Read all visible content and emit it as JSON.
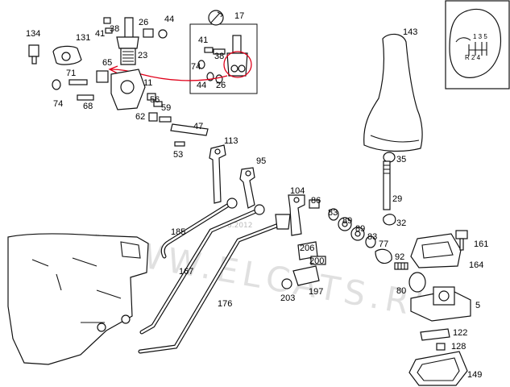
{
  "watermark": "WWW.ELCATS.RU",
  "watermark_small": "8.2012",
  "shift_pattern": {
    "row1": "1 3 5",
    "row2": "R 2 4"
  },
  "callouts": [
    {
      "id": "134",
      "text": "134"
    },
    {
      "id": "131",
      "text": "131"
    },
    {
      "id": "41a",
      "text": "41"
    },
    {
      "id": "38a",
      "text": "38"
    },
    {
      "id": "26a",
      "text": "26"
    },
    {
      "id": "44a",
      "text": "44"
    },
    {
      "id": "17",
      "text": "17"
    },
    {
      "id": "143",
      "text": "143"
    },
    {
      "id": "23",
      "text": "23"
    },
    {
      "id": "65",
      "text": "65"
    },
    {
      "id": "71",
      "text": "71"
    },
    {
      "id": "11",
      "text": "11"
    },
    {
      "id": "41b",
      "text": "41"
    },
    {
      "id": "74b",
      "text": "74"
    },
    {
      "id": "38b",
      "text": "38"
    },
    {
      "id": "44b",
      "text": "44"
    },
    {
      "id": "26b",
      "text": "26"
    },
    {
      "id": "74a",
      "text": "74"
    },
    {
      "id": "68",
      "text": "68"
    },
    {
      "id": "56",
      "text": "56"
    },
    {
      "id": "59",
      "text": "59"
    },
    {
      "id": "62",
      "text": "62"
    },
    {
      "id": "47",
      "text": "47"
    },
    {
      "id": "53",
      "text": "53"
    },
    {
      "id": "113",
      "text": "113"
    },
    {
      "id": "95",
      "text": "95"
    },
    {
      "id": "35",
      "text": "35"
    },
    {
      "id": "104",
      "text": "104"
    },
    {
      "id": "86",
      "text": "86"
    },
    {
      "id": "29",
      "text": "29"
    },
    {
      "id": "83a",
      "text": "83"
    },
    {
      "id": "89a",
      "text": "89"
    },
    {
      "id": "89b",
      "text": "89"
    },
    {
      "id": "83b",
      "text": "83"
    },
    {
      "id": "32",
      "text": "32"
    },
    {
      "id": "185",
      "text": "185"
    },
    {
      "id": "206",
      "text": "206"
    },
    {
      "id": "200",
      "text": "200"
    },
    {
      "id": "77",
      "text": "77"
    },
    {
      "id": "161",
      "text": "161"
    },
    {
      "id": "92",
      "text": "92"
    },
    {
      "id": "164",
      "text": "164"
    },
    {
      "id": "167",
      "text": "167"
    },
    {
      "id": "80",
      "text": "80"
    },
    {
      "id": "197",
      "text": "197"
    },
    {
      "id": "203",
      "text": "203"
    },
    {
      "id": "176",
      "text": "176"
    },
    {
      "id": "5",
      "text": "5"
    },
    {
      "id": "122",
      "text": "122"
    },
    {
      "id": "128",
      "text": "128"
    },
    {
      "id": "149",
      "text": "149"
    }
  ]
}
